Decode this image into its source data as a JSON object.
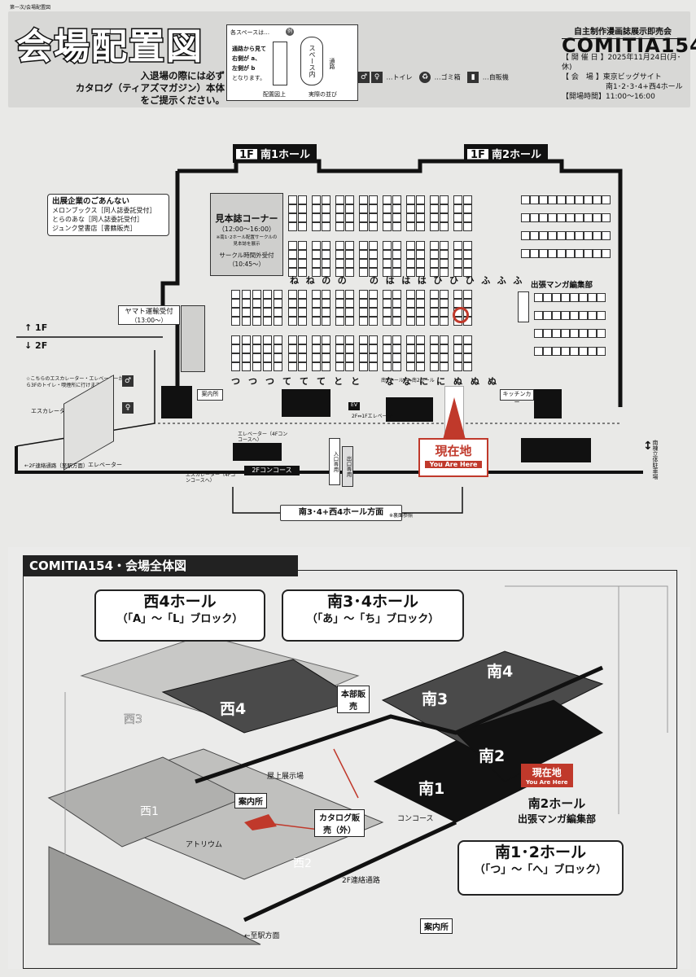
{
  "header": {
    "top_note": "第一次/会場配置図",
    "title": "会場配置図",
    "subtitle_line1": "入退場の際には必ず",
    "subtitle_line2": "カタログ（ティアズマガジン）本体をご提示ください。",
    "legend": {
      "line1": "各スペースは…",
      "line2": "通路から見て",
      "line3": "右側が a、",
      "line4": "左側が b",
      "line5": "となります。",
      "caption_left": "配置図上",
      "caption_right": "実際の並び",
      "space_label": "スペース内",
      "aisle": "通路"
    },
    "key": {
      "toilet": "…トイレ",
      "trash": "…ゴミ箱",
      "vending": "…自販機"
    }
  },
  "brand": {
    "org": "自主制作漫画誌展示即売会",
    "logo": "COMITIA154",
    "date_label": "【 開 催 日 】",
    "date": "2025年11月24日(月･休)",
    "venue_label": "【 会　場 】",
    "venue": "東京ビッグサイト",
    "halls": "南1･2･3･4+西4ホール",
    "hours_label": "【開場時間】",
    "hours": "11:00～16:00"
  },
  "floor": {
    "hall1": {
      "floor": "1F",
      "name": "南1ホール"
    },
    "hall2": {
      "floor": "1F",
      "name": "南2ホール"
    },
    "companies_title": "出展企業のごあんない",
    "companies": [
      "メロンブックス［同人誌委託受付］",
      "とらのあな［同人誌委託受付］",
      "ジュンク堂書店［書籍販売］"
    ],
    "mihon_title": "見本誌コーナー",
    "mihon_time": "（12:00～16:00）",
    "mihon_note": "※南1･2ホール配置サークルの見本誌を展示",
    "after_hours": "サークル時間外受付",
    "after_hours_time": "（10:45～）",
    "yamato": "ヤマト運輸受付",
    "yamato_time": "（13:00～）",
    "floor_up": "↑ 1F",
    "floor_down": "↓ 2F",
    "escalator_note": "☆こちらのエスカレーター・エレベーターから3Fのトイレ・喫煙所に行けます",
    "escalator": "エスカレーター",
    "elevator": "エレベーター",
    "to_west": "←2F連絡通路（至駅方面）",
    "info": "案内所",
    "kitchen_car": "キッチンカー",
    "manga_dept": "出張マンガ編集部",
    "hall_divider_1": "南1ホール←",
    "hall_divider_2": "→南2ホール",
    "entrance_only": "入口専用",
    "exit_only": "出口専用",
    "concourse": "2Fコンコース",
    "elevator_4f": "エレベーター（4Fコンコースへ）",
    "escalator_4f": "エスカレーター（4Fコンコースへ）",
    "ev": "EV",
    "2f_1f": "2F⇔1Fエレベーター",
    "direction": "南3･4+西4ホール方面",
    "direction_note": "※裏面参照",
    "parking": "南棟立体駐車場",
    "you_are_here": "現在地",
    "you_are_here_en": "You Are Here",
    "row_labels_top": [
      "ね",
      "ね",
      "の",
      "の",
      "",
      "の",
      "は",
      "は",
      "は",
      "ひ",
      "ひ",
      "ひ",
      "ふ",
      "ふ",
      "ふ"
    ],
    "row_labels_bottom": [
      "つ",
      "つ",
      "つ",
      "て",
      "て",
      "て",
      "と",
      "と",
      "",
      "な",
      "な",
      "に",
      "に",
      "ぬ",
      "ぬ",
      "ぬ"
    ]
  },
  "overview": {
    "title": "COMITIA154・会場全体図",
    "west4_name": "西4ホール",
    "west4_blocks": "（「A」～「L」ブロック）",
    "south34_name": "南3･4ホール",
    "south34_blocks": "（「あ」～「ち」ブロック）",
    "south12_name": "南1･2ホール",
    "south12_blocks": "（「つ」～「へ」ブロック）",
    "south2_hall": "南2ホール",
    "south2_dept": "出張マンガ編集部",
    "labels": {
      "w1": "西1",
      "w2": "西2",
      "w3": "西3",
      "w4": "西4",
      "s1": "南1",
      "s2": "南2",
      "s3": "南3",
      "s4": "南4"
    },
    "honbu": "本部販売",
    "rooftop": "屋上展示場",
    "info": "案内所",
    "catalog": "カタログ販売（外）",
    "atrium": "アトリウム",
    "concourse": "コンコース",
    "corridor": "2F連絡通路",
    "to_station": "←至駅方面",
    "info_bottom": "案内所",
    "you_are_here": "現在地",
    "you_are_here_en": "You Are Here"
  },
  "colors": {
    "accent_red": "#c0392b",
    "dark": "#111111",
    "hall_gray": "#5a5a5a",
    "light_gray": "#b5b5b5"
  }
}
